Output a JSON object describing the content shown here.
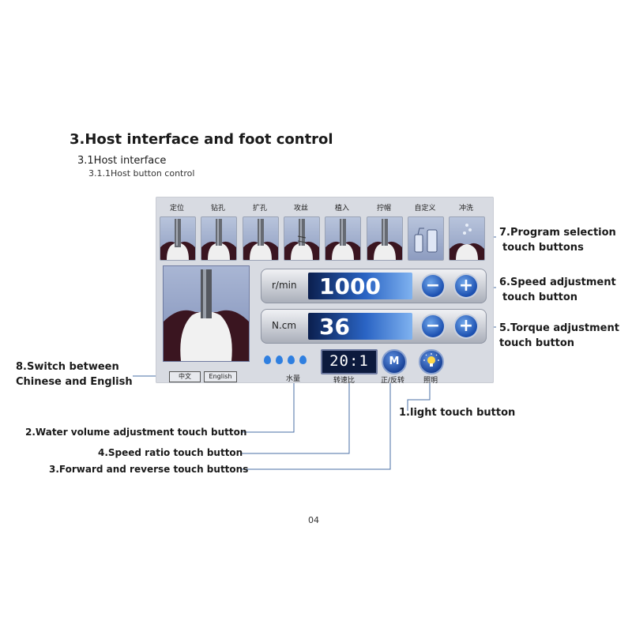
{
  "heading": {
    "title": "3.Host interface and foot control",
    "subtitle": "3.1Host interface",
    "subsubtitle": "3.1.1Host button control"
  },
  "panel": {
    "programs": [
      {
        "label": "定位",
        "icon": "positioning-drill-icon"
      },
      {
        "label": "钻孔",
        "icon": "drilling-icon"
      },
      {
        "label": "扩孔",
        "icon": "reaming-icon"
      },
      {
        "label": "攻丝",
        "icon": "tapping-icon"
      },
      {
        "label": "植入",
        "icon": "implant-icon"
      },
      {
        "label": "拧帽",
        "icon": "cap-screwing-icon"
      },
      {
        "label": "自定义",
        "icon": "custom-icon"
      },
      {
        "label": "冲洗",
        "icon": "flushing-icon"
      }
    ],
    "speed": {
      "unit": "r/min",
      "value": "1000",
      "minus": "−",
      "plus": "+"
    },
    "torque": {
      "unit": "N.cm",
      "value": "36",
      "minus": "−",
      "plus": "+"
    },
    "water": {
      "label": "水量",
      "drops": 4
    },
    "ratio": {
      "value": "20:1",
      "label": "转速比"
    },
    "direction": {
      "symbol": "M",
      "label": "正/反转"
    },
    "light": {
      "label": "照明"
    },
    "language": {
      "chinese": "中文",
      "english": "English"
    }
  },
  "annotations": {
    "program": [
      "7.Program selection",
      "touch buttons"
    ],
    "speed": [
      "6.Speed adjustment",
      "touch button"
    ],
    "torque": [
      "5.Torque adjustment",
      "touch button"
    ],
    "language": [
      "8.Switch between",
      "Chinese and English"
    ],
    "light": "1.light touch button",
    "water": "2.Water volume adjustment touch button",
    "ratio": "4.Speed ratio touch button",
    "direction": "3.Forward and reverse touch buttons"
  },
  "page_number": "04",
  "colors": {
    "accent": "#2a64c4",
    "panel_bg": "#d8dbe2",
    "screen_dark": "#0b1f4e",
    "line": "#4a6fa5"
  }
}
